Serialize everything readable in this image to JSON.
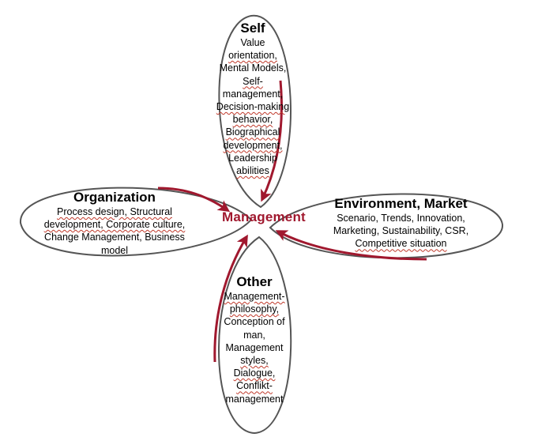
{
  "center": {
    "label": "Management"
  },
  "colors": {
    "petal_stroke": "#555555",
    "arrow": "#a0182e",
    "center_text": "#a0182e"
  },
  "petals": {
    "self": {
      "title": "Self",
      "lines": [
        "Value",
        "orientation,",
        "Mental Models,",
        "Self-",
        "management,",
        "Decision-making",
        "behavior,",
        "Biographical",
        "development,",
        "Leadership",
        "abilities"
      ]
    },
    "organization": {
      "title": "Organization",
      "lines": [
        "Process design, Structural",
        "development,  Corporate culture,",
        "Change Management, Business",
        "model"
      ]
    },
    "environment": {
      "title": "Environment, Market",
      "lines": [
        "Scenario, Trends, Innovation,",
        "Marketing, Sustainability, CSR,",
        "Competitive situation"
      ]
    },
    "other": {
      "title": "Other",
      "lines": [
        "Management-",
        "philosophy,",
        "Conception of",
        "man,",
        "Management",
        "styles,",
        "Dialogue,",
        "Conflikt-",
        "management"
      ]
    }
  }
}
